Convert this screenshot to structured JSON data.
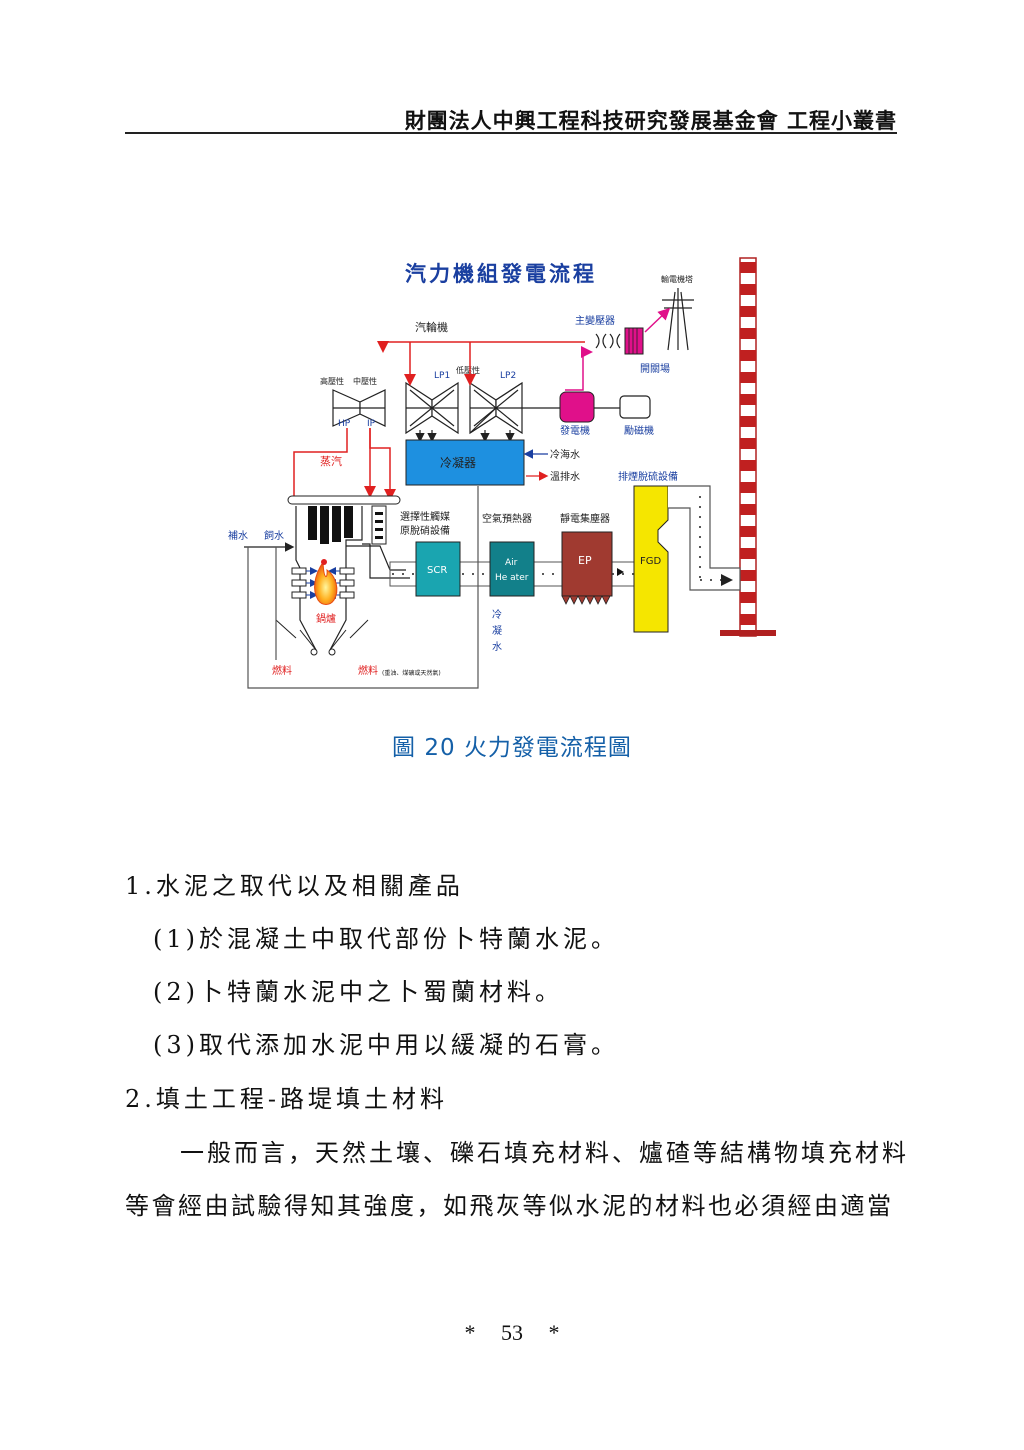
{
  "header": {
    "title": "財團法人中興工程科技研究發展基金會  工程小叢書"
  },
  "diagram": {
    "title": "汽力機組發電流程",
    "labels": {
      "transmission_tower": "輸電機塔",
      "main_transformer": "主變壓器",
      "switchyard": "開關場",
      "steam_turbine": "汽輪機",
      "high_pressure": "高壓性",
      "mid_pressure": "中壓性",
      "low_pressure": "低壓性",
      "lp1": "LP1",
      "lp2": "LP2",
      "hp": "HP",
      "ip": "IP",
      "generator": "發電機",
      "exciter": "勵磁機",
      "steam": "蒸汽",
      "condenser": "冷凝器",
      "cold_seawater": "冷海水",
      "warm_discharge": "溫排水",
      "fgd_label": "排煙脫硫設備",
      "scr_label_1": "選擇性觸媒",
      "scr_label_2": "原脫硝設備",
      "air_preheater_label": "空氣預熱器",
      "esp_label": "靜電集塵器",
      "makeup_water": "補水",
      "feed_water": "飼水",
      "scr": "SCR",
      "air_1": "Air",
      "air_2": "He ater",
      "ep": "EP",
      "fgd": "FGD",
      "boiler": "鍋爐",
      "condensate_1": "冷",
      "condensate_2": "凝",
      "condensate_3": "水",
      "fuel_left": "燃料",
      "fuel_right": "燃料",
      "fuel_note": "(重油、煤礦或天然氣)"
    }
  },
  "caption": "圖 20  火力發電流程圖",
  "body": {
    "lines": [
      "1.水泥之取代以及相關產品",
      "(1)於混凝土中取代部份卜特蘭水泥。",
      "(2)卜特蘭水泥中之卜蜀蘭材料。",
      "(3)取代添加水泥中用以緩凝的石膏。",
      "2.填土工程-路堤填土材料",
      "一般而言，天然土壤、礫石填充材料、爐碴等結構物填充材料",
      "等會經由試驗得知其強度，如飛灰等似水泥的材料也必須經由適當"
    ]
  },
  "footer": {
    "page": "*  53  *"
  },
  "colors": {
    "title_blue": "#1a3fa0",
    "caption_blue": "#1560a8",
    "steam_red": "#e02020",
    "condenser_blue": "#1e90e0",
    "scr_teal": "#1aa5b0",
    "air_heater_teal": "#12808a",
    "ep_brown": "#a03a30",
    "fgd_yellow": "#f5e600",
    "generator_magenta": "#e0108a"
  }
}
